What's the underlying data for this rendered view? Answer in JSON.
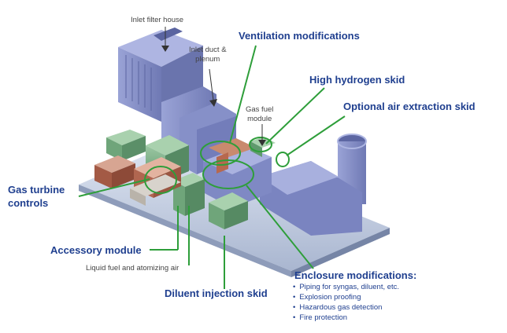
{
  "diagram": {
    "inlet_filter_house": "Inlet filter house",
    "inlet_duct_plenum": "Inlet duct &\nplenum",
    "gas_fuel_module": "Gas fuel\nmodule",
    "ventilation": "Ventilation modifications",
    "high_hydrogen": "High hydrogen skid",
    "optional_air": "Optional air extraction skid",
    "gas_turbine_controls": "Gas turbine\ncontrols",
    "accessory_module": "Accessory module",
    "liquid_fuel": "Liquid fuel and atomizing air",
    "diluent": "Diluent injection skid",
    "enclosure": {
      "title": "Enclosure modifications:",
      "items": [
        "Piping for syngas, diluent, etc.",
        "Explosion proofing",
        "Hazardous gas detection",
        "Fire protection"
      ]
    }
  },
  "colors": {
    "accent_green": "#2e9e3a",
    "label_blue": "#1f3f8f",
    "structure_blue": "#8a94c8",
    "module_green": "#7fae86"
  }
}
